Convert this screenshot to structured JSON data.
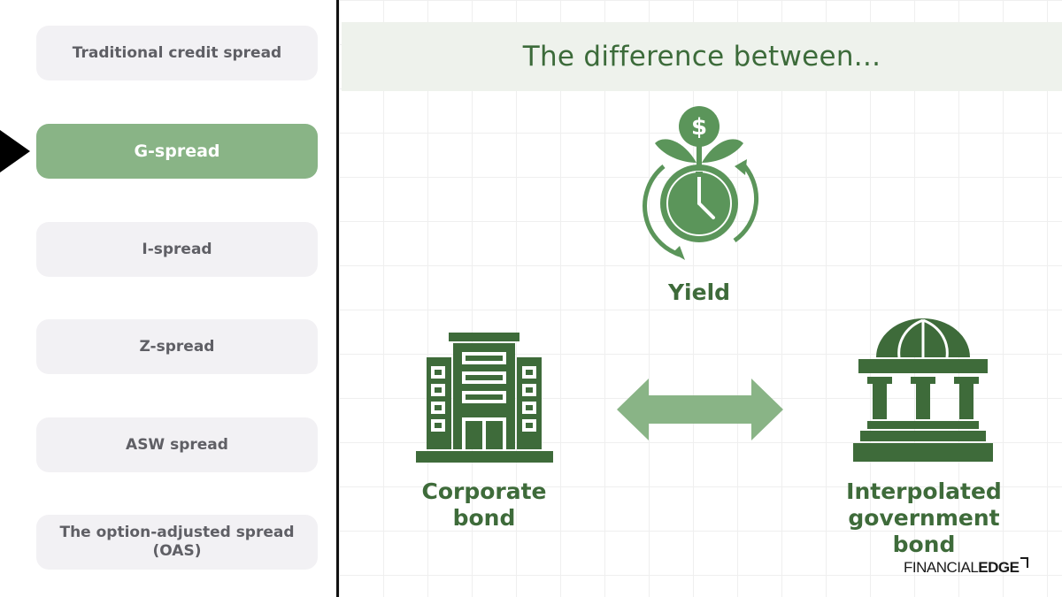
{
  "menu": {
    "items": [
      {
        "label": "Traditional credit spread",
        "active": false
      },
      {
        "label": "G-spread",
        "active": true
      },
      {
        "label": "I-spread",
        "active": false
      },
      {
        "label": "Z-spread",
        "active": false
      },
      {
        "label": "ASW spread",
        "active": false
      },
      {
        "label": "The option-adjusted spread (OAS)",
        "active": false
      }
    ]
  },
  "main": {
    "title": "The difference between...",
    "yield_label": "Yield",
    "corporate_label": "Corporate bond",
    "government_label": "Interpolated government bond"
  },
  "icons": {
    "yield": "money-plant-clock-icon",
    "corporate": "office-building-icon",
    "government": "government-building-icon",
    "arrow": "double-arrow-icon"
  },
  "brand": {
    "name_light": "FINANCIAL",
    "name_bold": "EDGE"
  },
  "colors": {
    "accent": "#89b486",
    "dark_green": "#3e6b3a",
    "banner_bg": "#eef2ec",
    "menu_bg": "#f2f1f4",
    "menu_text": "#5f5f65"
  }
}
